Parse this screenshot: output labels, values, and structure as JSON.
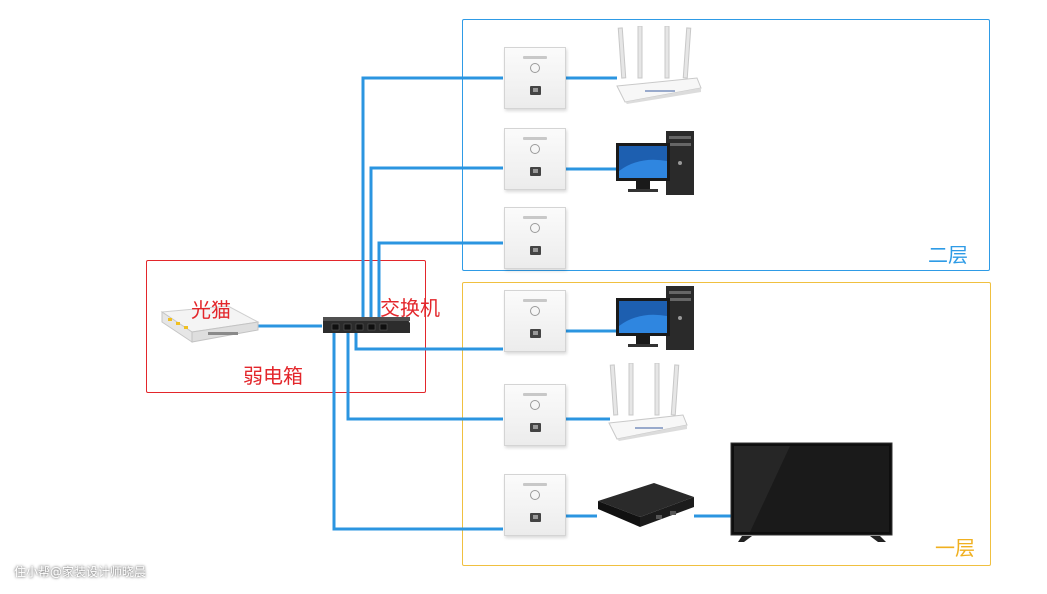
{
  "labels": {
    "modem": "光猫",
    "switch": "交换机",
    "cabinet": "弱电箱",
    "floor2": "二层",
    "floor1": "一层"
  },
  "watermark": "住小帮@家装设计师晓晨",
  "colors": {
    "cable": "#2b95e0",
    "cabinet_border": "#e3262b",
    "floor2_border": "#2e9be6",
    "floor1_border": "#f0c040",
    "label_red": "#e3262b",
    "floor2_label": "#2e9be6",
    "floor1_label": "#f0b020"
  },
  "floors": [
    {
      "name": "二层",
      "devices": [
        "router-icon",
        "desktop-pc-icon",
        "none"
      ]
    },
    {
      "name": "一层",
      "devices": [
        "desktop-pc-icon",
        "router-icon",
        "tv-box-icon"
      ]
    }
  ]
}
